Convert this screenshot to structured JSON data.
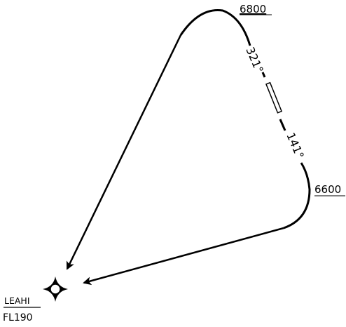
{
  "waypoint": {
    "name": "LEAHI",
    "altitude": "FL190",
    "symbol": "four-point-star-circle-icon"
  },
  "altitudes": {
    "upper": "6800",
    "lower": "6600"
  },
  "bearings": {
    "outbound": "321°",
    "inbound": "141°"
  },
  "colors": {
    "line": "#000000",
    "background": "#ffffff"
  }
}
